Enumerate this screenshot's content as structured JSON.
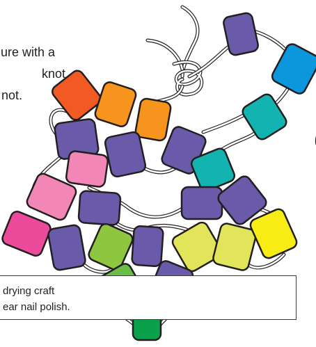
{
  "instructions": {
    "line1": "ure with a",
    "line2": "knot.",
    "line3": "not."
  },
  "note": {
    "line1": "drying craft",
    "line2": "ear nail polish."
  },
  "colors": {
    "purple": "#6a5aaa",
    "dark_orange": "#f15a22",
    "orange": "#f7941d",
    "pink": "#f287b7",
    "magenta": "#ec4a9a",
    "teal": "#12b3b0",
    "blue": "#0c96dc",
    "yellow_green": "#e2e55a",
    "yellow": "#f7ec13",
    "lime": "#8dc63f",
    "light_green": "#6abd45",
    "green": "#0ba14b",
    "thread": "#ffffff",
    "outline": "#231f20"
  },
  "beads": [
    {
      "name": "bead-purple-top",
      "color": "purple"
    },
    {
      "name": "bead-blue",
      "color": "blue"
    },
    {
      "name": "bead-teal-upper",
      "color": "teal"
    },
    {
      "name": "bead-dark-orange",
      "color": "dark_orange"
    },
    {
      "name": "bead-orange-1",
      "color": "orange"
    },
    {
      "name": "bead-orange-2",
      "color": "orange"
    },
    {
      "name": "bead-purple-left-upper",
      "color": "purple"
    },
    {
      "name": "bead-purple-center-upper",
      "color": "purple"
    },
    {
      "name": "bead-purple-right-upper",
      "color": "purple"
    },
    {
      "name": "bead-teal-lower",
      "color": "teal"
    },
    {
      "name": "bead-pink-upper",
      "color": "pink"
    },
    {
      "name": "bead-pink-lower",
      "color": "pink"
    },
    {
      "name": "bead-purple-mid-left",
      "color": "purple"
    },
    {
      "name": "bead-purple-mid-right-1",
      "color": "purple"
    },
    {
      "name": "bead-purple-mid-right-2",
      "color": "purple"
    },
    {
      "name": "bead-magenta",
      "color": "magenta"
    },
    {
      "name": "bead-purple-lower-left",
      "color": "purple"
    },
    {
      "name": "bead-lime",
      "color": "lime"
    },
    {
      "name": "bead-purple-bottom-center",
      "color": "purple"
    },
    {
      "name": "bead-yellow-green-1",
      "color": "yellow_green"
    },
    {
      "name": "bead-yellow-green-2",
      "color": "yellow_green"
    },
    {
      "name": "bead-yellow",
      "color": "yellow"
    },
    {
      "name": "bead-light-green",
      "color": "light_green"
    },
    {
      "name": "bead-purple-bottom-right",
      "color": "purple"
    },
    {
      "name": "bead-green",
      "color": "green"
    }
  ]
}
